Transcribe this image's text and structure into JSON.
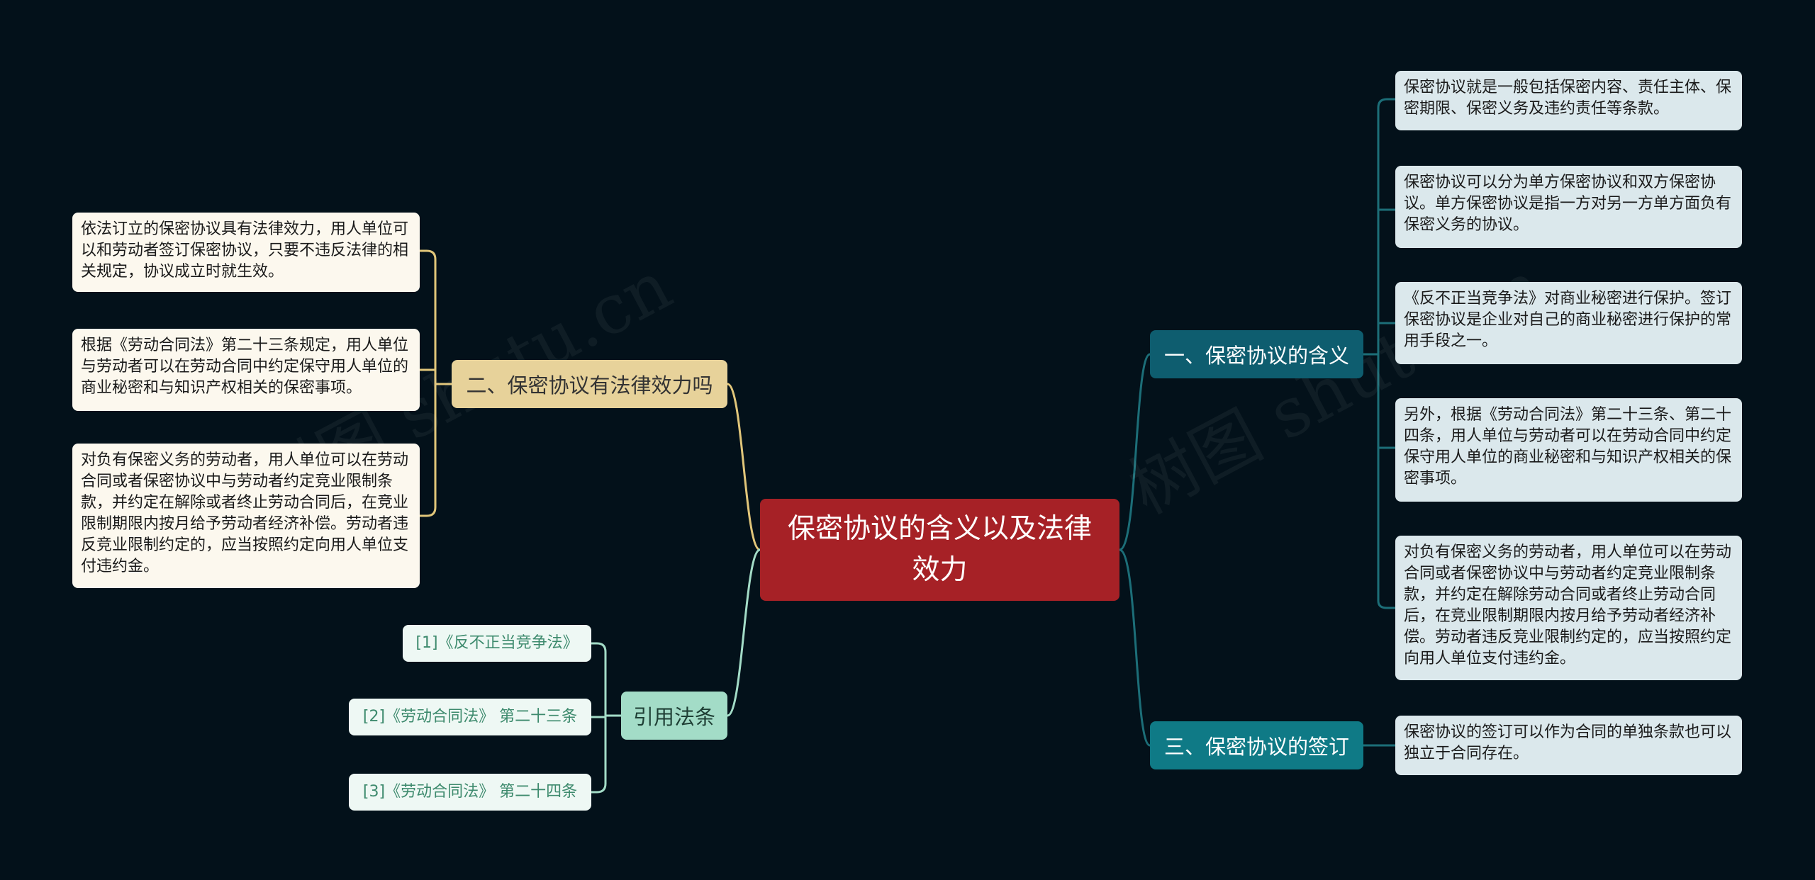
{
  "root": {
    "label": "保密协议的含义以及法律效力"
  },
  "branches": {
    "meaning": {
      "label": "一、保密协议的含义",
      "leaves": [
        "保密协议就是一般包括保密内容、责任主体、保密期限、保密义务及违约责任等条款。",
        "保密协议可以分为单方保密协议和双方保密协议。单方保密协议是指一方对另一方单方面负有保密义务的协议。",
        "《反不正当竞争法》对商业秘密进行保护。签订保密协议是企业对自己的商业秘密进行保护的常用手段之一。",
        "另外，根据《劳动合同法》第二十三条、第二十四条，用人单位与劳动者可以在劳动合同中约定保守用人单位的商业秘密和与知识产权相关的保密事项。",
        "对负有保密义务的劳动者，用人单位可以在劳动合同或者保密协议中与劳动者约定竞业限制条款，并约定在解除劳动合同或者终止劳动合同后，在竞业限制期限内按月给予劳动者经济补偿。劳动者违反竞业限制约定的，应当按照约定向用人单位支付违约金。"
      ]
    },
    "signing": {
      "label": "三、保密协议的签订",
      "leaves": [
        "保密协议的签订可以作为合同的单独条款也可以独立于合同存在。"
      ]
    },
    "validity": {
      "label": "二、保密协议有法律效力吗",
      "leaves": [
        "依法订立的保密协议具有法律效力，用人单位可以和劳动者签订保密协议，只要不违反法律的相关规定，协议成立时就生效。",
        "根据《劳动合同法》第二十三条规定，用人单位与劳动者可以在劳动合同中约定保守用人单位的商业秘密和与知识产权相关的保密事项。",
        "对负有保密义务的劳动者，用人单位可以在劳动合同或者保密协议中与劳动者约定竞业限制条款，并约定在解除或者终止劳动合同后，在竞业限制期限内按月给予劳动者经济补偿。劳动者违反竞业限制约定的，应当按照约定向用人单位支付违约金。"
      ]
    },
    "refs": {
      "label": "引用法条",
      "leaves": [
        "[1]《反不正当竞争法》",
        "[2]《劳动合同法》 第二十三条",
        "[3]《劳动合同法》 第二十四条"
      ]
    }
  },
  "watermark": "树图 shutu.cn",
  "colors": {
    "background": "#03111a",
    "root": "#a62126",
    "meaning_branch": "#0e5d6f",
    "signing_branch": "#0f7a86",
    "validity_branch": "#e7d29a",
    "refs_branch": "#a3dcc7",
    "link_right": "#1c6e78",
    "link_validity": "#e1c67a",
    "link_refs": "#a3dcc7"
  }
}
